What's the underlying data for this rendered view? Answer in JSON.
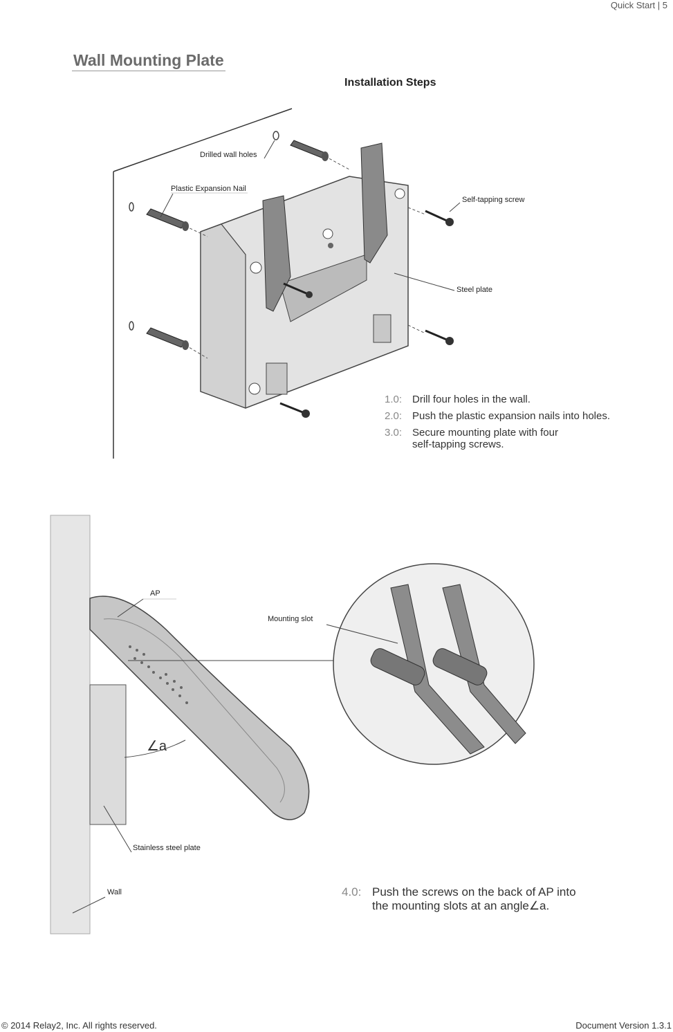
{
  "header": {
    "page_label": "Quick Start | 5"
  },
  "section_title": "Wall Mounting Plate",
  "subtitle": "Installation Steps",
  "figure1_labels": {
    "drilled": "Drilled wall holes",
    "nail": "Plastic Expansion Nail",
    "screw": "Self-tapping screw",
    "steel": "Steel plate"
  },
  "steps": [
    {
      "num": "1.0:",
      "text": "Drill four holes in the wall."
    },
    {
      "num": "2.0:",
      "text": "Push the plastic expansion nails into holes."
    },
    {
      "num": "3.0:",
      "text": "Secure mounting plate with four",
      "text2": "self-tapping screws."
    }
  ],
  "figure2_labels": {
    "ap": "AP",
    "slot": "Mounting slot",
    "angle": "∠a",
    "plate": "Stainless steel plate",
    "wall": "Wall"
  },
  "step4": {
    "num": "4.0:",
    "line1": "Push the screws on the back of AP into",
    "line2": "the  mounting slots at  an angle∠a."
  },
  "footer": {
    "copyright": "© 2014 Relay2, Inc. All rights reserved.",
    "version": "Document Version 1.3.1"
  }
}
